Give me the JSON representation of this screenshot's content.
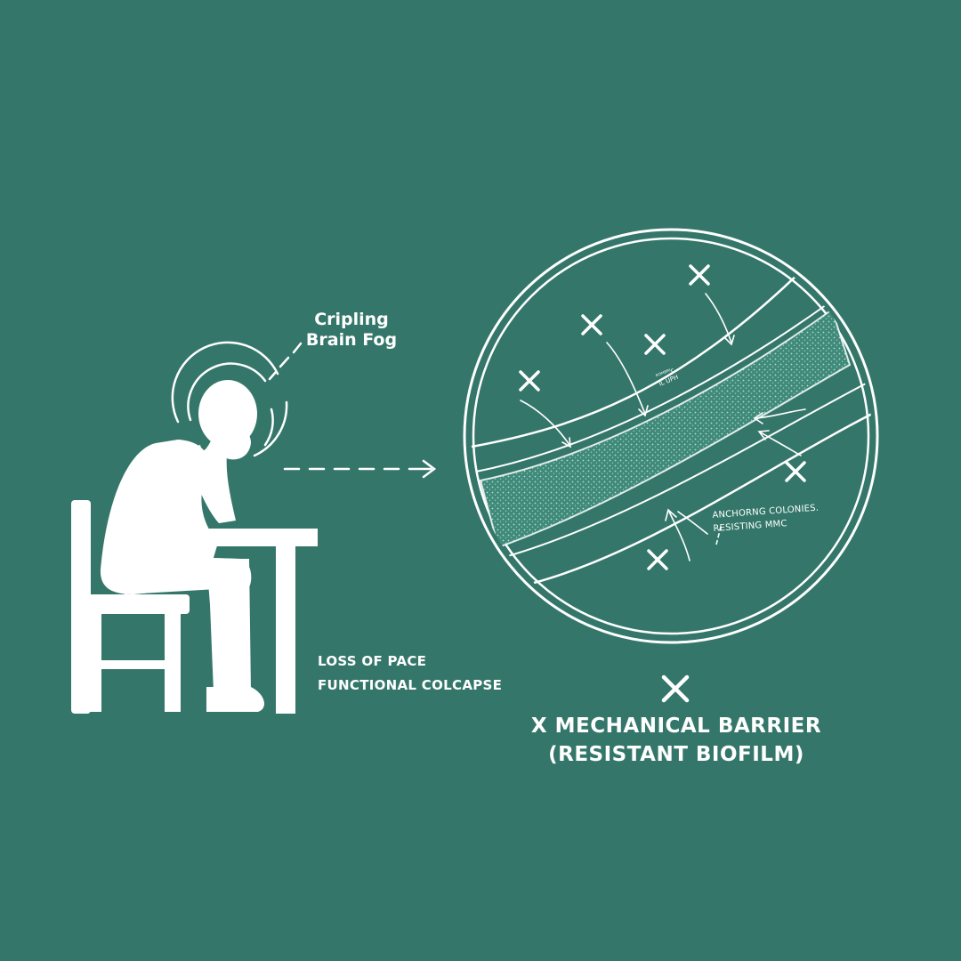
{
  "colors": {
    "background": "#34776a",
    "foreground": "#ffffff",
    "biofilm_fill": "#3f8a7a"
  },
  "left_panel": {
    "figure_icon": "person-head-in-hand-at-desk",
    "brain_fog_line1": "Cripling",
    "brain_fog_line2": "Brain Fog",
    "loss_line1": "LOSS OF PACE",
    "loss_line2": "FUNCTIONAL COLCAPSE"
  },
  "magnifier": {
    "tiny_label_line1": "ᴿᴼᴹᴮᴿᴵᴄ",
    "tiny_label_line2": "IL UPH",
    "anchoring_line1": "ANCHORNG COLONIES.",
    "anchoring_line2": "RESISTING MMC"
  },
  "bottom": {
    "x_icon": "cross-icon",
    "barrier_line1": "X MECHANICAL BARRIER",
    "barrier_line2": "(RESISTANT BIOFILM)"
  }
}
